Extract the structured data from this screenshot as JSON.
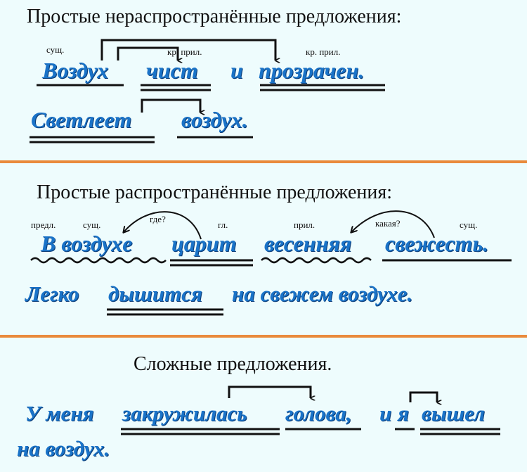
{
  "sections": [
    {
      "title": "Простые нераспространённые предложения:",
      "labels": [
        "сущ.",
        "кр. прил.",
        "кр. прил."
      ],
      "sentence1": [
        "Воздух",
        "чист",
        "и",
        "прозрачен."
      ],
      "sentence2": [
        "Светлеет",
        "воздух."
      ]
    },
    {
      "title": "Простые распространённые предложения:",
      "labels": [
        "предл.",
        "сущ.",
        "где?",
        "гл.",
        "прил.",
        "какая?",
        "сущ."
      ],
      "sentence1": [
        "В воздухе",
        "царит",
        "весенняя",
        "свежесть."
      ],
      "sentence2": [
        "Легко",
        "дышится",
        "на свежем воздухе."
      ]
    },
    {
      "title": "Сложные   предложения.",
      "sentence1": [
        "У меня",
        "закружилась",
        "голова,",
        "и",
        "я",
        "вышел"
      ],
      "sentence2": [
        "на воздух."
      ]
    }
  ],
  "colors": {
    "background": "#eefcfd",
    "separator": "#e98a3c",
    "word": "#1a73c8",
    "word_shadow": "#0b3d78",
    "lines": "#111111"
  }
}
